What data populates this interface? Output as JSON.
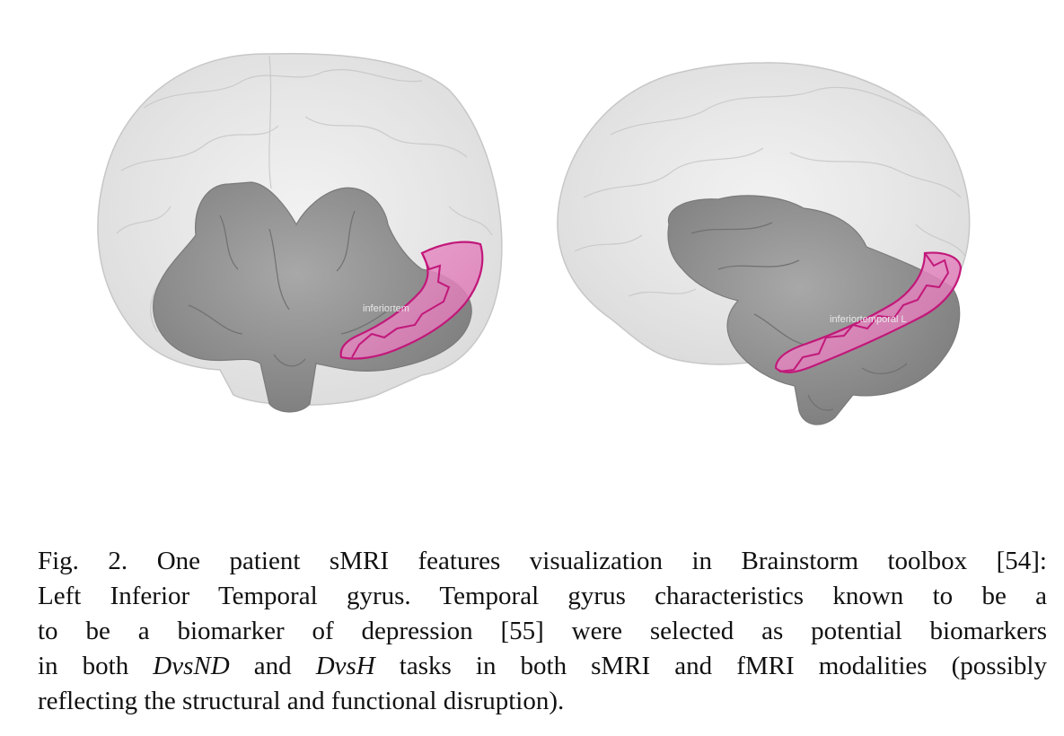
{
  "figure": {
    "panels": [
      {
        "view": "front-view",
        "roi_label": "inferiortem"
      },
      {
        "view": "side-view",
        "roi_label": "inferiortemporal L"
      }
    ],
    "colors": {
      "brain_shell": "#d9d9d9",
      "subcortical": "#8f8f8f",
      "roi_fill": "#e58fc4",
      "roi_edge": "#c2187a"
    }
  },
  "caption": {
    "lines": [
      [
        "Fig. 2.  One patient sMRI features visualization in Brainstorm toolbox [54]:"
      ],
      [
        "Left Inferior Temporal gyrus. Temporal gyrus characteristics known to be a"
      ],
      [
        "to be a biomarker of depression [55] were selected as potential biomarkers"
      ],
      [
        "in both ",
        "DvsND",
        " and ",
        "DvsH",
        " tasks in both sMRI and fMRI modalities (possibly"
      ],
      [
        "reflecting the structural and functional disruption)."
      ]
    ]
  }
}
